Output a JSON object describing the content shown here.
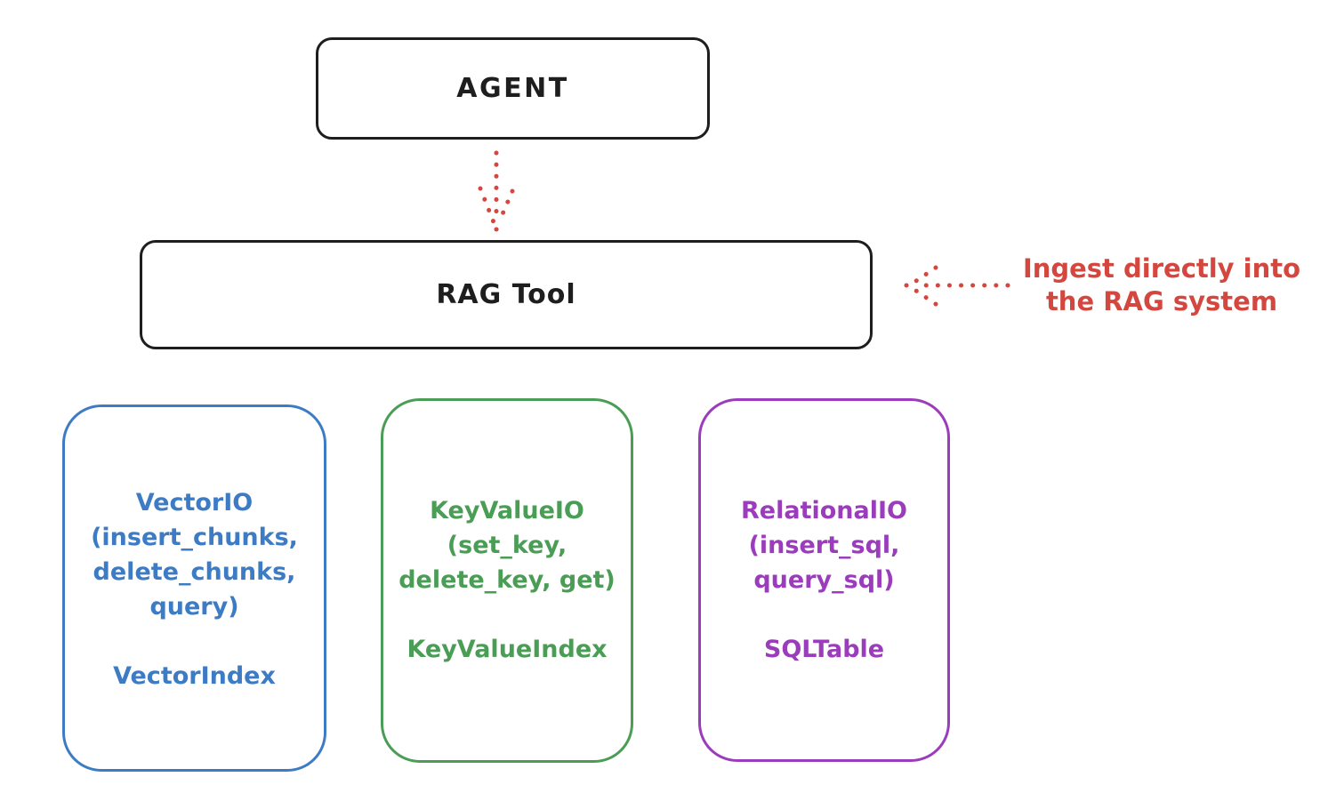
{
  "diagram": {
    "agent": {
      "label": "AGENT"
    },
    "rag_tool": {
      "label": "RAG Tool"
    },
    "annotation": {
      "line1": "Ingest directly into",
      "line2": "the RAG system"
    },
    "stores": [
      {
        "name": "vector-store",
        "lines": [
          "VectorIO",
          "(insert_chunks,",
          "delete_chunks,",
          "query)"
        ],
        "index_label": "VectorIndex",
        "color": "#3d7cc4"
      },
      {
        "name": "keyvalue-store",
        "lines": [
          "KeyValueIO",
          "(set_key,",
          "delete_key, get)"
        ],
        "index_label": "KeyValueIndex",
        "color": "#4a9d55"
      },
      {
        "name": "relational-store",
        "lines": [
          "RelationalIO",
          "(insert_sql,",
          "query_sql)"
        ],
        "index_label": "SQLTable",
        "color": "#9a3cbb"
      }
    ],
    "colors": {
      "stroke": "#1e1e1e",
      "accent_red": "#d4473f",
      "background": "#ffffff"
    }
  }
}
